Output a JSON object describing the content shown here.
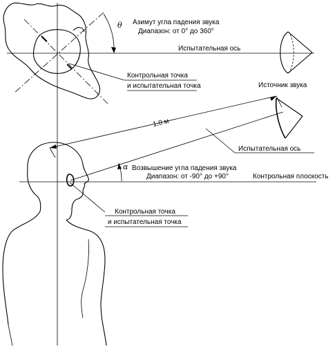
{
  "labels": {
    "theta_symbol": "θ",
    "azimuth_line1": "Азимут угла падения звука",
    "azimuth_line2": "Диапазон: от 0° до 360°",
    "test_axis_top": "Испытательная ось",
    "ref_point_top_line1": "Контрольная точка",
    "ref_point_top_line2": "и испытательная точка",
    "sound_source": "Источник звука",
    "distance": "1,0 м",
    "test_axis_bottom": "Испытательная ось",
    "alpha_symbol": "α",
    "elevation_line1": "Возвышение угла падения звука",
    "elevation_line2": "Диапазон: от -90° до +90°",
    "reference_plane": "Контрольная плоскость",
    "ref_point_bottom_line1": "Контрольная точка",
    "ref_point_bottom_line2": "и испытательная точка"
  },
  "colors": {
    "ink": "#000000",
    "paper": "#ffffff"
  }
}
